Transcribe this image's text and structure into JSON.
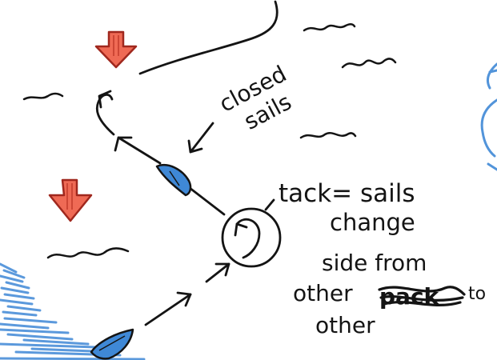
{
  "annotations": {
    "closed_sails": [
      "closed",
      "sails"
    ],
    "tack_lines": [
      "tack= sails",
      "change",
      "side from",
      "other",
      "to",
      "other"
    ],
    "scribbled_word": "pack"
  },
  "colors": {
    "ink": "#141414",
    "wind_arrow_fill": "#ef6a55",
    "wind_arrow_outline": "#a0281e",
    "boat_fill": "#3f88d6",
    "water": "#3f88d6"
  },
  "icons": {
    "wind_arrow": "down-arrow-icon",
    "boat": "sailboat-icon",
    "tack_marker": "circled-turn-icon",
    "waves": "wave-squiggle-icon"
  }
}
